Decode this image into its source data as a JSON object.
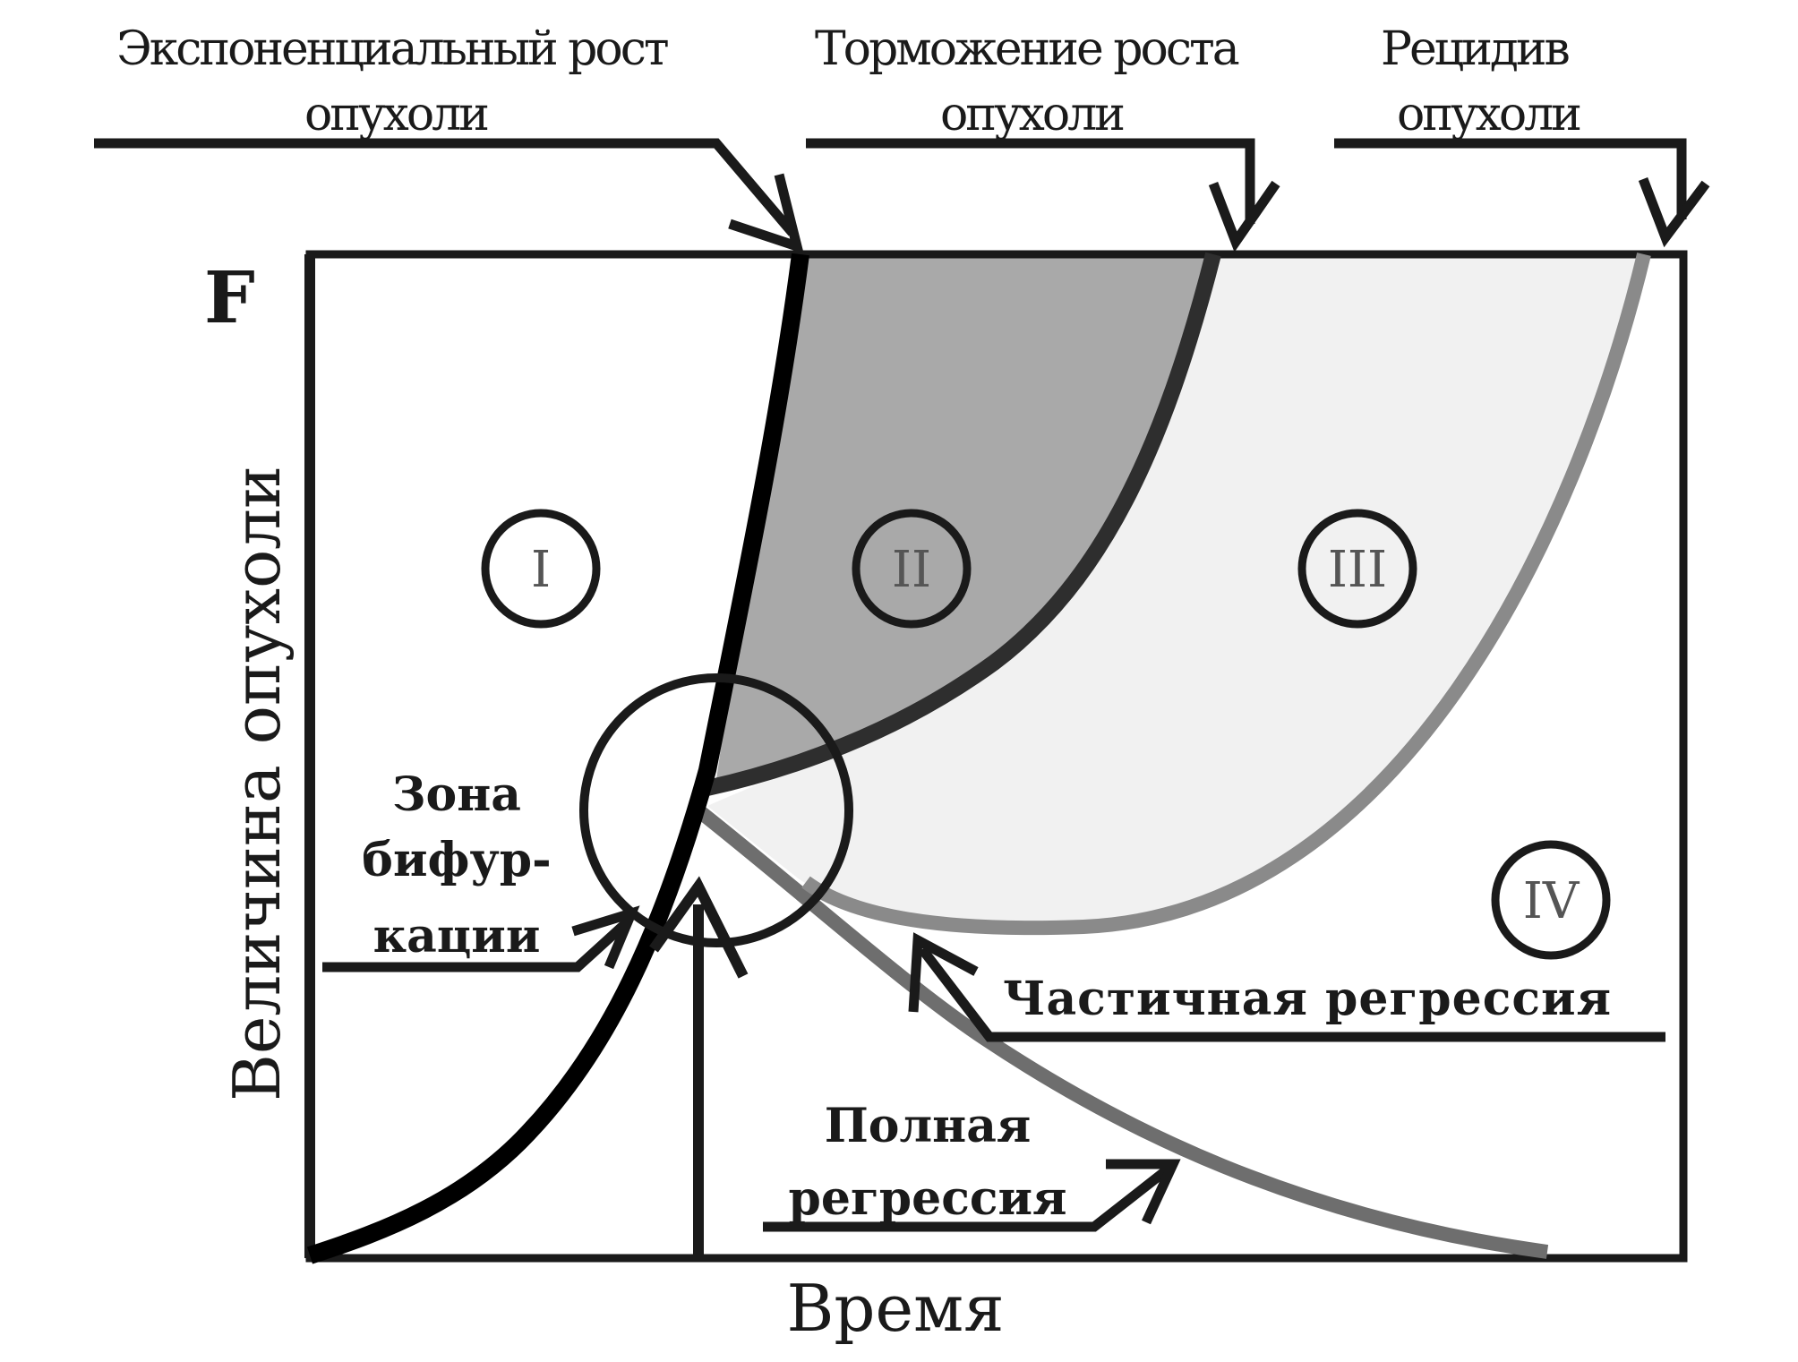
{
  "labels": {
    "exp_growth_line1": "Экспоненциальный рост",
    "exp_growth_line2": "опухоли",
    "inhibition_line1": "Торможение роста",
    "inhibition_line2": "опухоли",
    "relapse_line1": "Рецидив",
    "relapse_line2": "опухоли",
    "y_axis": "Величина опухоли",
    "x_axis": "Время",
    "f_marker": "F",
    "zone_line1": "Зона",
    "zone_line2": "бифур-",
    "zone_line3": "кации",
    "partial_regression": "Частичная регрессия",
    "full_regression_line1": "Полная",
    "full_regression_line2": "регрессия"
  },
  "regions": [
    "I",
    "II",
    "III",
    "IV"
  ],
  "colors": {
    "frame": "#1a1a1a",
    "exp_curve": "#000000",
    "inhibition_curve": "#2e2e2e",
    "relapse_curve": "#8a8a8a",
    "full_regression_curve": "#6e6e6e",
    "region_ii_fill": "#a9a9a9",
    "region_iii_fill": "#f1f1f1"
  }
}
